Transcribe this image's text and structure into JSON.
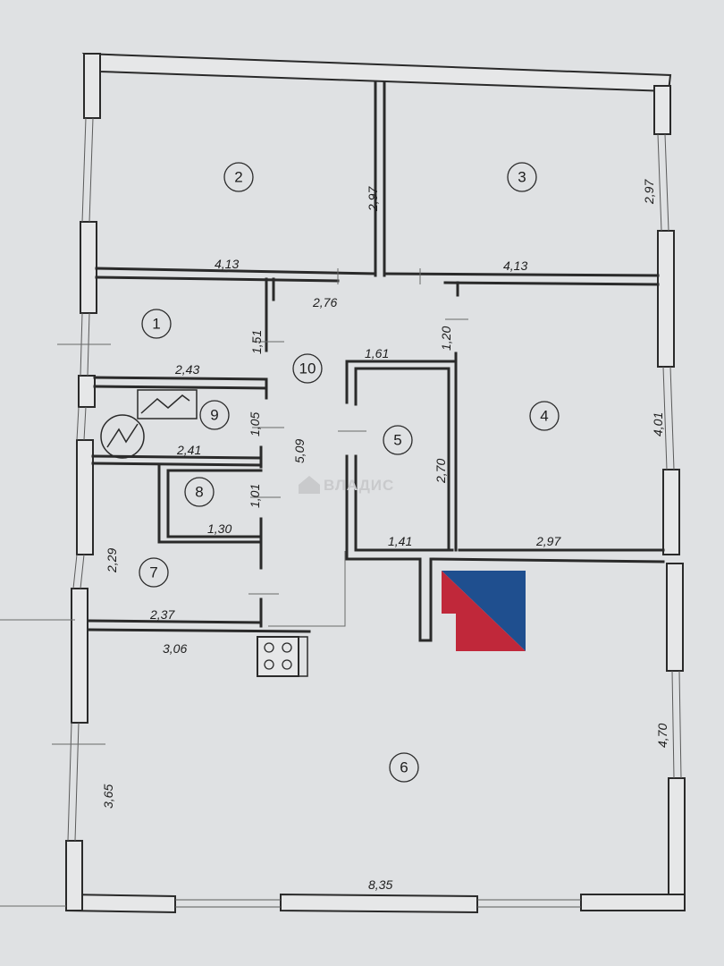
{
  "rooms": [
    {
      "id": "room-1",
      "number": "1"
    },
    {
      "id": "room-2",
      "number": "2"
    },
    {
      "id": "room-3",
      "number": "3"
    },
    {
      "id": "room-4",
      "number": "4"
    },
    {
      "id": "room-5",
      "number": "5"
    },
    {
      "id": "room-6",
      "number": "6"
    },
    {
      "id": "room-7",
      "number": "7"
    },
    {
      "id": "room-8",
      "number": "8"
    },
    {
      "id": "room-9",
      "number": "9"
    },
    {
      "id": "room-10",
      "number": "10"
    }
  ],
  "dimensions": {
    "room2_width": "4,13",
    "room2_height": "2,97",
    "room3_width": "4,13",
    "room3_height": "2,97",
    "corridor_width": "2,76",
    "room1_width": "2,43",
    "room1_height": "1,51",
    "room9_width": "2,41",
    "room9_height": "1,05",
    "room8_width": "1,30",
    "room8_height": "1,01",
    "room7_width": "2,37",
    "room7_height": "2,29",
    "room10_length": "5,09",
    "room5_top": "1,61",
    "room5_side": "1,20",
    "room5_width": "1,41",
    "room5_height": "2,70",
    "room4_width": "2,97",
    "room4_height": "4,01",
    "room6_kitchen": "3,06",
    "room6_height_left": "3,65",
    "room6_height_right": "4,70",
    "room6_width": "8,35"
  },
  "icons": {
    "stove": "stove-icon",
    "boiler": "boiler-icon",
    "panel": "electric-panel-icon",
    "logo": "corner-logo"
  },
  "watermark": {
    "text": "ВЛАДИС"
  },
  "colors": {
    "logo_blue": "#1f4f8f",
    "logo_red": "#c0283a",
    "walls": "#2a2a2a"
  }
}
